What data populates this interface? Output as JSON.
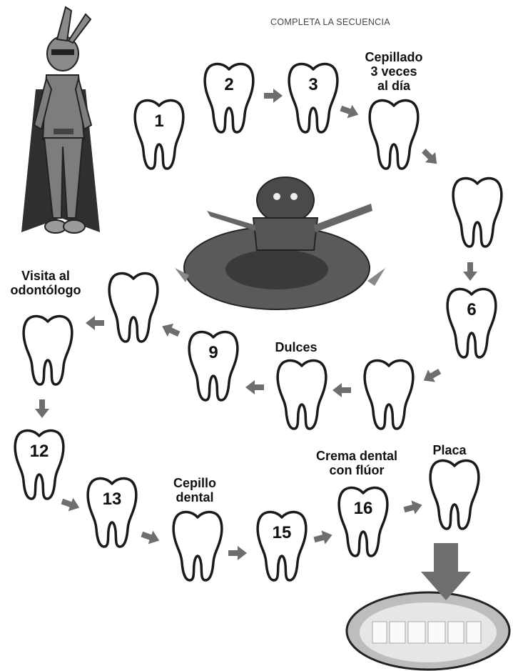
{
  "title": "COMPLETA LA SECUENCIA",
  "labels": {
    "cepillado_line1": "Cepillado",
    "cepillado_line2": "3 veces",
    "cepillado_line3": "al día",
    "visita_line1": "Visita al",
    "visita_line2": "odontólogo",
    "dulces": "Dulces",
    "cepillo_line1": "Cepillo",
    "cepillo_line2": "dental",
    "crema_line1": "Crema dental",
    "crema_line2": "con flúor",
    "placa": "Placa"
  },
  "teeth": [
    {
      "number": "1"
    },
    {
      "number": "2"
    },
    {
      "number": "3"
    },
    {
      "number": ""
    },
    {
      "number": ""
    },
    {
      "number": "6"
    },
    {
      "number": ""
    },
    {
      "number": ""
    },
    {
      "number": "9"
    },
    {
      "number": ""
    },
    {
      "number": ""
    },
    {
      "number": "12"
    },
    {
      "number": "13"
    },
    {
      "number": ""
    },
    {
      "number": "15"
    },
    {
      "number": "16"
    },
    {
      "number": ""
    }
  ],
  "colors": {
    "arrow": "#6e6e6e",
    "outline": "#1a1a1a",
    "hero": "#7d7d7d"
  },
  "icons": [
    "tooth-icon",
    "arrow-icon",
    "superhero-rabbit",
    "plaque-monster",
    "mouth-illustration"
  ]
}
